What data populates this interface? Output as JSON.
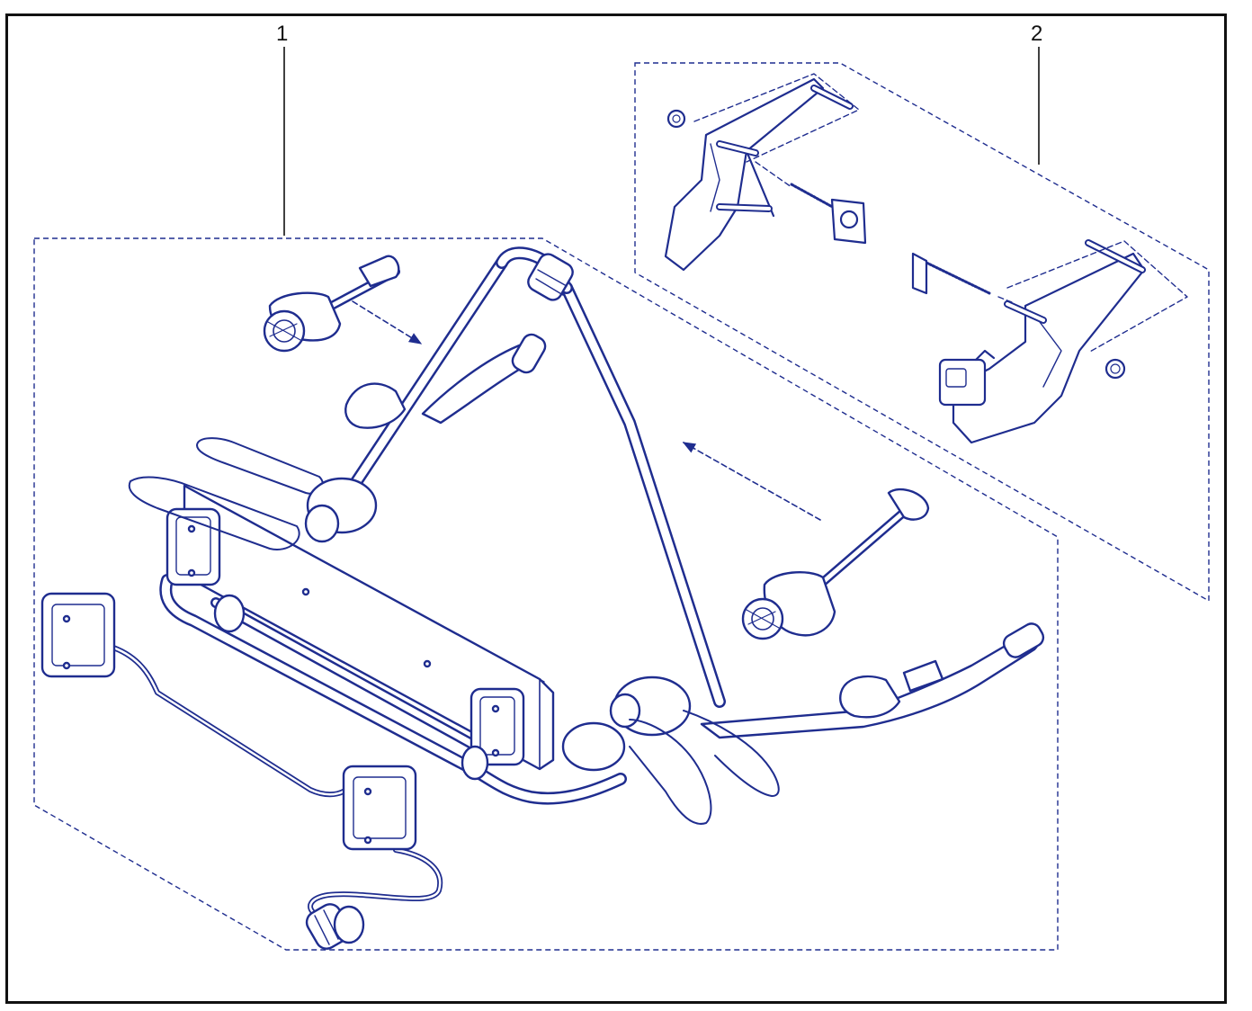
{
  "diagram": {
    "type": "exploded-parts-illustration",
    "callouts": [
      {
        "id": "1",
        "label": "1"
      },
      {
        "id": "2",
        "label": "2"
      }
    ],
    "colors": {
      "line": "#1f2d8f",
      "fill": "#ffffff",
      "frame": "#111111",
      "leader": "#111111"
    }
  }
}
